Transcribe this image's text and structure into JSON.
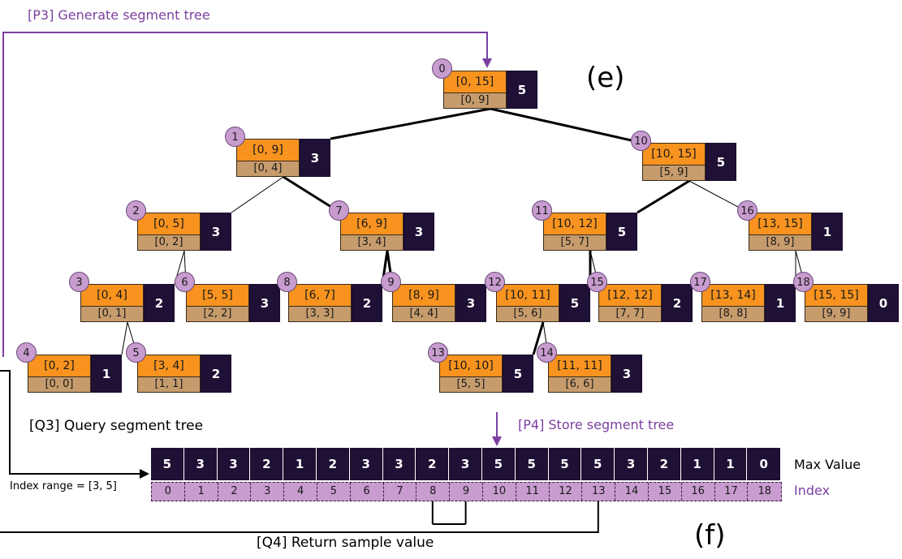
{
  "colors": {
    "range_box": "#f7931e",
    "index_box": "#c69c6d",
    "max_box": "#1f1035",
    "badge": "#c89ccf",
    "index_row": "#c89ccf",
    "purple_text": "#7b3fa0",
    "black": "#000000"
  },
  "labels": {
    "generate": "[P3] Generate segment tree",
    "store": "[P4] Store segment tree",
    "query": "[Q3] Query segment tree",
    "return_value": "[Q4] Return sample value",
    "index_range": "Index range = [3, 5]",
    "max_value": "Max Value",
    "index": "Index",
    "panel_e": "(e)",
    "panel_f": "(f)"
  },
  "tree": {
    "nodes": [
      {
        "id": "0",
        "range": "[0, 15]",
        "index": "[0, 9]",
        "max": "5"
      },
      {
        "id": "1",
        "range": "[0, 9]",
        "index": "[0, 4]",
        "max": "3"
      },
      {
        "id": "2",
        "range": "[0, 5]",
        "index": "[0, 2]",
        "max": "3"
      },
      {
        "id": "3",
        "range": "[0, 4]",
        "index": "[0, 1]",
        "max": "2"
      },
      {
        "id": "4",
        "range": "[0, 2]",
        "index": "[0, 0]",
        "max": "1"
      },
      {
        "id": "5",
        "range": "[3, 4]",
        "index": "[1, 1]",
        "max": "2"
      },
      {
        "id": "6",
        "range": "[5, 5]",
        "index": "[2, 2]",
        "max": "3"
      },
      {
        "id": "7",
        "range": "[6, 9]",
        "index": "[3, 4]",
        "max": "3"
      },
      {
        "id": "8",
        "range": "[6, 7]",
        "index": "[3, 3]",
        "max": "2"
      },
      {
        "id": "9",
        "range": "[8, 9]",
        "index": "[4, 4]",
        "max": "3"
      },
      {
        "id": "10",
        "range": "[10, 15]",
        "index": "[5, 9]",
        "max": "5"
      },
      {
        "id": "11",
        "range": "[10, 12]",
        "index": "[5, 7]",
        "max": "5"
      },
      {
        "id": "12",
        "range": "[10, 11]",
        "index": "[5, 6]",
        "max": "5"
      },
      {
        "id": "13",
        "range": "[10, 10]",
        "index": "[5, 5]",
        "max": "5"
      },
      {
        "id": "14",
        "range": "[11, 11]",
        "index": "[6, 6]",
        "max": "3"
      },
      {
        "id": "15",
        "range": "[12, 12]",
        "index": "[7, 7]",
        "max": "2"
      },
      {
        "id": "16",
        "range": "[13, 15]",
        "index": "[8, 9]",
        "max": "1"
      },
      {
        "id": "17",
        "range": "[13, 14]",
        "index": "[8, 8]",
        "max": "1"
      },
      {
        "id": "18",
        "range": "[15, 15]",
        "index": "[9, 9]",
        "max": "0"
      }
    ],
    "edges": [
      {
        "from": "0",
        "to": "1",
        "bold": true
      },
      {
        "from": "0",
        "to": "10",
        "bold": true
      },
      {
        "from": "1",
        "to": "2",
        "bold": false
      },
      {
        "from": "1",
        "to": "7",
        "bold": true
      },
      {
        "from": "2",
        "to": "3",
        "bold": false
      },
      {
        "from": "2",
        "to": "6",
        "bold": false
      },
      {
        "from": "3",
        "to": "4",
        "bold": false
      },
      {
        "from": "3",
        "to": "5",
        "bold": false
      },
      {
        "from": "7",
        "to": "8",
        "bold": true
      },
      {
        "from": "7",
        "to": "9",
        "bold": true
      },
      {
        "from": "10",
        "to": "11",
        "bold": true
      },
      {
        "from": "10",
        "to": "16",
        "bold": false
      },
      {
        "from": "11",
        "to": "12",
        "bold": true
      },
      {
        "from": "11",
        "to": "15",
        "bold": false
      },
      {
        "from": "12",
        "to": "13",
        "bold": true
      },
      {
        "from": "12",
        "to": "14",
        "bold": false
      },
      {
        "from": "16",
        "to": "17",
        "bold": false
      },
      {
        "from": "16",
        "to": "18",
        "bold": false
      }
    ]
  },
  "array": {
    "max_values": [
      "5",
      "3",
      "3",
      "2",
      "1",
      "2",
      "3",
      "3",
      "2",
      "3",
      "5",
      "5",
      "5",
      "5",
      "3",
      "2",
      "1",
      "1",
      "0"
    ],
    "indices": [
      "0",
      "1",
      "2",
      "3",
      "4",
      "5",
      "6",
      "7",
      "8",
      "9",
      "10",
      "11",
      "12",
      "13",
      "14",
      "15",
      "16",
      "17",
      "18"
    ],
    "returned_indices": [
      "8",
      "9",
      "13"
    ]
  }
}
